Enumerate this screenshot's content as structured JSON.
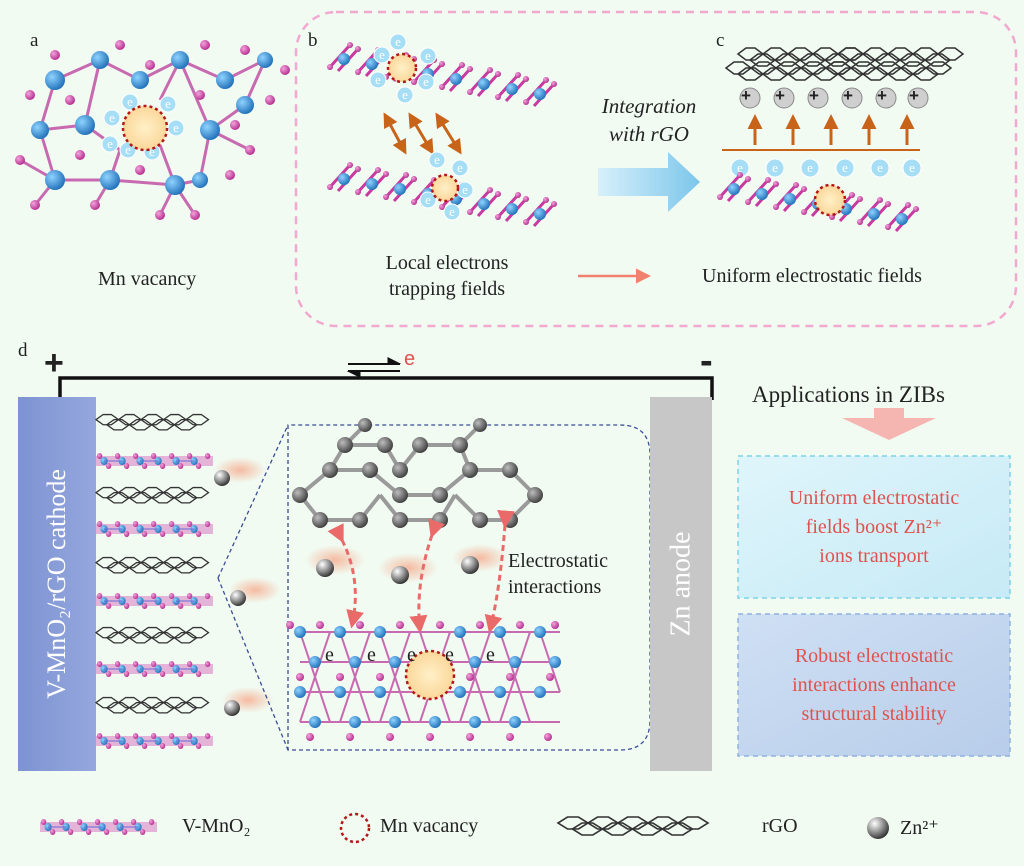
{
  "colors": {
    "mn": "#2f8fd8",
    "o": "#c83aa0",
    "vacancy": "#b51717",
    "accent_red": "#e0524e",
    "arrow_orange": "#c8641a",
    "rgo": "#444444",
    "background": "#f1fbf2"
  },
  "panel_a": {
    "letter": "a",
    "caption": "Mn vacancy"
  },
  "panel_b": {
    "letter": "b",
    "caption_line1": "Local electrons",
    "caption_line2": "trapping fields"
  },
  "transition": {
    "label_line1": "Integration",
    "label_line2": "with rGO"
  },
  "panel_c": {
    "letter": "c",
    "caption": "Uniform electrostatic fields"
  },
  "electron_symbol": "e",
  "plus_symbol": "+",
  "panel_d": {
    "letter": "d",
    "plus_terminal": "+",
    "minus_terminal": "-",
    "electron_flow": "e",
    "cathode_label": "V-MnO₂/rGO cathode",
    "anode_label": "Zn anode",
    "inset_label_line1": "Electrostatic",
    "inset_label_line2": "interactions",
    "applications_title": "Applications in ZIBs",
    "box1_line1": "Uniform electrostatic",
    "box1_line2": "fields boost Zn²⁺",
    "box1_line3": "ions transport",
    "box2_line1": "Robust electrostatic",
    "box2_line2": "interactions enhance",
    "box2_line3": "structural stability"
  },
  "legend": {
    "vmno2": "V-MnO₂",
    "vacancy": "Mn vacancy",
    "rgo": "rGO",
    "zn": "Zn²⁺"
  }
}
